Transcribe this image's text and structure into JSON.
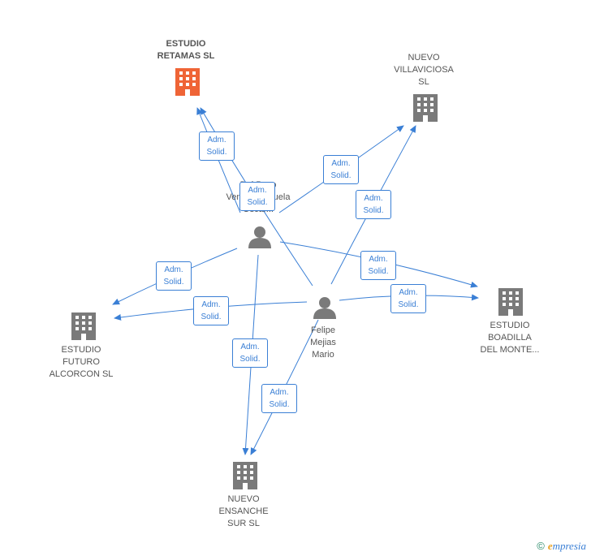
{
  "colors": {
    "edge": "#3a7fd5",
    "company": "#7a7a7a",
    "company_main": "#ef6436",
    "person": "#7a7a7a"
  },
  "companies": [
    {
      "id": "retamas",
      "label": "ESTUDIO\nRETAMAS  SL",
      "icon": "building-icon",
      "main": true
    },
    {
      "id": "villaviciosa",
      "label": "NUEVO\nVILLAVICIOSA\nSL",
      "icon": "building-icon"
    },
    {
      "id": "boadilla",
      "label": "ESTUDIO\nBOADILLA\nDEL MONTE...",
      "icon": "building-icon"
    },
    {
      "id": "alcorcon",
      "label": "ESTUDIO\nFUTURO\nALCORCON SL",
      "icon": "building-icon"
    },
    {
      "id": "ensanche",
      "label": "NUEVO\nENSANCHE\nSUR  SL",
      "icon": "building-icon"
    }
  ],
  "persons": [
    {
      "id": "oscar",
      "label": "Del Pozo\nVentas Manuela\nOscar...",
      "icon": "person-icon"
    },
    {
      "id": "felipe",
      "label": "Felipe\nMejias\nMario",
      "icon": "person-icon"
    }
  ],
  "edge_labels": [
    {
      "text": "Adm.\nSolid."
    },
    {
      "text": "Adm.\nSolid."
    },
    {
      "text": "Adm.\nSolid."
    },
    {
      "text": "Adm.\nSolid."
    },
    {
      "text": "Adm.\nSolid."
    },
    {
      "text": "Adm.\nSolid."
    },
    {
      "text": "Adm.\nSolid."
    },
    {
      "text": "Adm.\nSolid."
    },
    {
      "text": "Adm.\nSolid."
    },
    {
      "text": "Adm.\nSolid."
    }
  ],
  "footer": {
    "copyright": "©",
    "brand_first": "e",
    "brand_rest": "mpresia"
  }
}
